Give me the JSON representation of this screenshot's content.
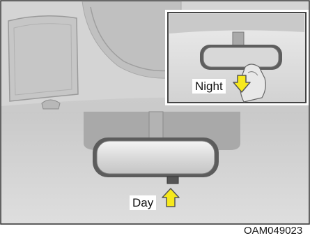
{
  "labels": {
    "night": "Night",
    "day": "Day",
    "figure_code": "OAM049023"
  },
  "colors": {
    "arrow_fill": "#f6e81c",
    "arrow_stroke": "#555555"
  },
  "icons": {
    "night_arrow": "arrow-down-icon",
    "day_arrow": "arrow-up-icon"
  }
}
